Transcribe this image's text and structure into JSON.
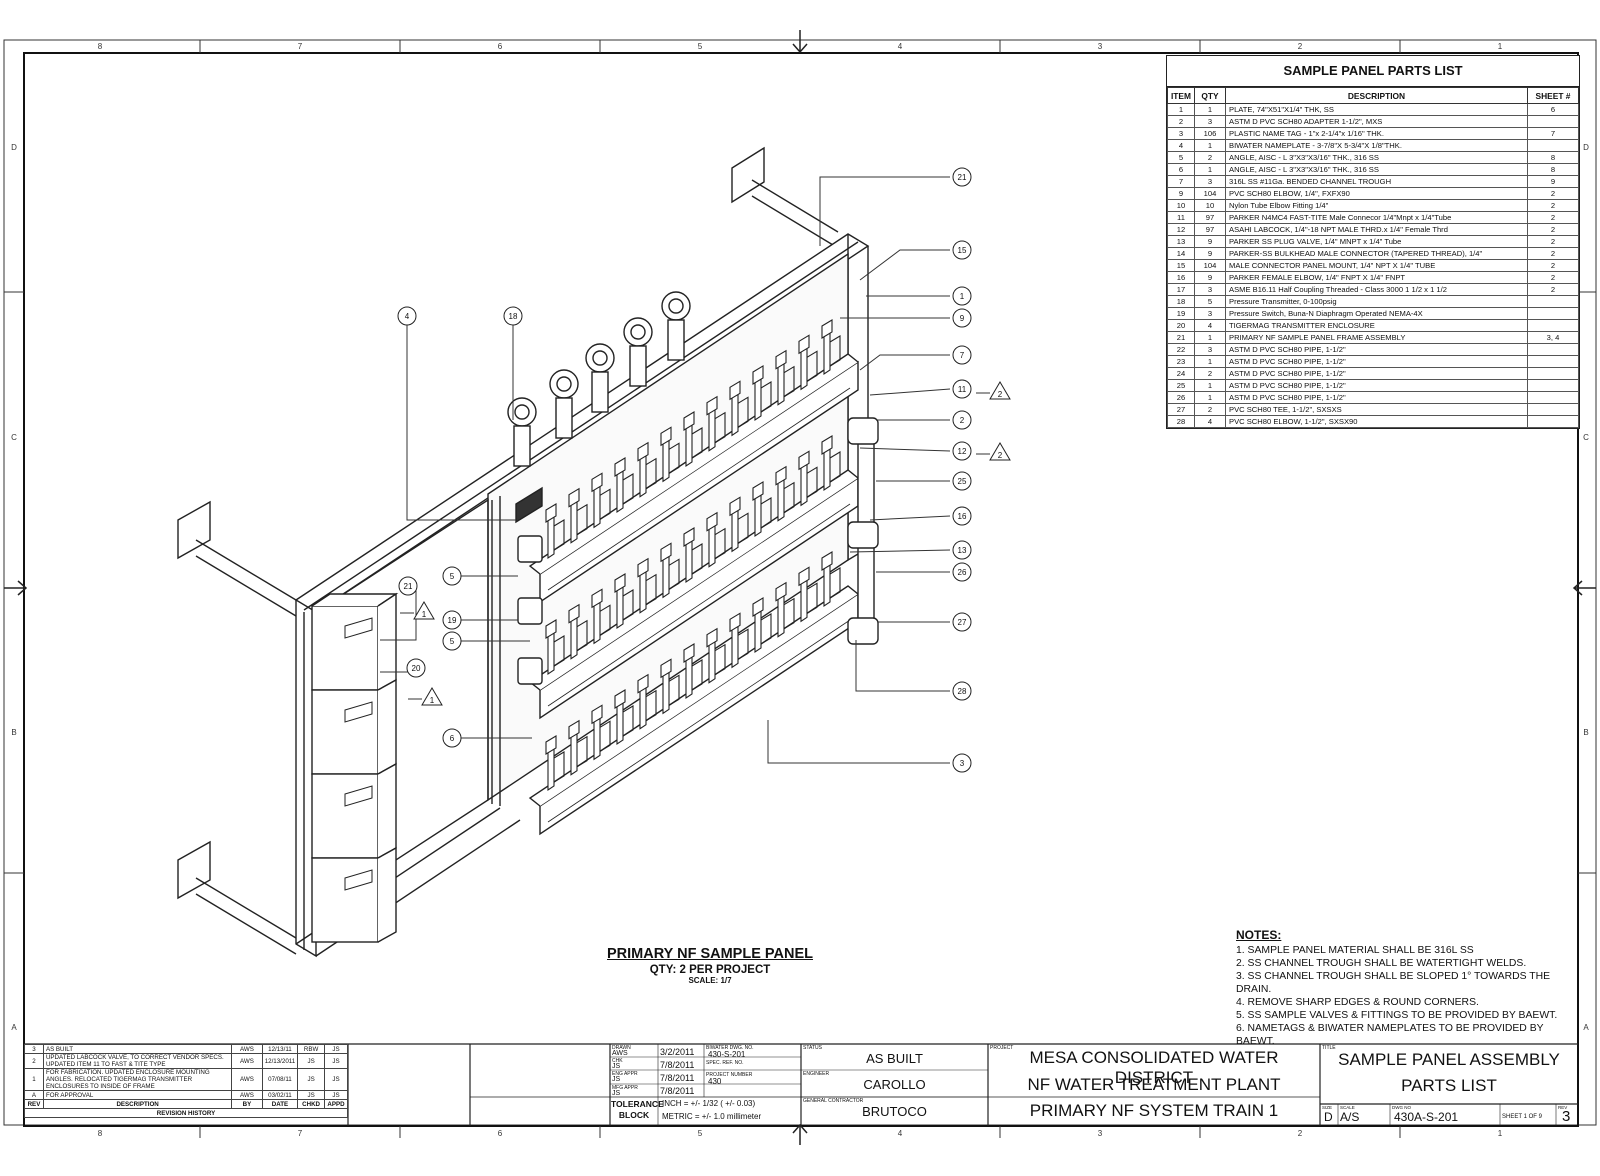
{
  "parts_list": {
    "title": "SAMPLE PANEL PARTS LIST",
    "headers": [
      "ITEM",
      "QTY",
      "DESCRIPTION",
      "SHEET #"
    ],
    "rows": [
      [
        "1",
        "1",
        "PLATE, 74\"X51\"X1/4\" THK, SS",
        "6"
      ],
      [
        "2",
        "3",
        "ASTM D PVC SCH80 ADAPTER 1-1/2\", MXS",
        ""
      ],
      [
        "3",
        "106",
        "PLASTIC NAME TAG - 1\"x 2-1/4\"x 1/16\" THK.",
        "7"
      ],
      [
        "4",
        "1",
        "BIWATER NAMEPLATE - 3-7/8\"X 5-3/4\"X 1/8\"THK.",
        ""
      ],
      [
        "5",
        "2",
        "ANGLE, AISC - L 3\"X3\"X3/16\" THK., 316 SS",
        "8"
      ],
      [
        "6",
        "1",
        "ANGLE, AISC - L 3\"X3\"X3/16\" THK., 316 SS",
        "8"
      ],
      [
        "7",
        "3",
        "316L SS #11Ga. BENDED CHANNEL TROUGH",
        "9"
      ],
      [
        "9",
        "104",
        "PVC SCH80 ELBOW, 1/4\", FXFX90",
        "2"
      ],
      [
        "10",
        "10",
        "Nylon Tube Elbow Fitting 1/4\"",
        "2"
      ],
      [
        "11",
        "97",
        "PARKER N4MC4 FAST-TITE Male Connecor 1/4\"Mnpt x 1/4\"Tube",
        "2"
      ],
      [
        "12",
        "97",
        "ASAHI LABCOCK, 1/4\"-18 NPT MALE THRD.x 1/4\" Female Thrd",
        "2"
      ],
      [
        "13",
        "9",
        "PARKER SS PLUG VALVE, 1/4\" MNPT x 1/4\" Tube",
        "2"
      ],
      [
        "14",
        "9",
        "PARKER-SS BULKHEAD MALE CONNECTOR (TAPERED THREAD), 1/4\"",
        "2"
      ],
      [
        "15",
        "104",
        "MALE CONNECTOR PANEL MOUNT, 1/4\" NPT X 1/4\" TUBE",
        "2"
      ],
      [
        "16",
        "9",
        "PARKER FEMALE ELBOW, 1/4\" FNPT X 1/4\" FNPT",
        "2"
      ],
      [
        "17",
        "3",
        "ASME B16.11 Half Coupling Threaded - Class 3000 1 1/2 x 1 1/2",
        "2"
      ],
      [
        "18",
        "5",
        "Pressure Transmitter, 0-100psig",
        ""
      ],
      [
        "19",
        "3",
        "Pressure Switch, Buna-N Diaphragm Operated NEMA-4X",
        ""
      ],
      [
        "20",
        "4",
        "TIGERMAG TRANSMITTER ENCLOSURE",
        ""
      ],
      [
        "21",
        "1",
        "PRIMARY NF SAMPLE PANEL FRAME ASSEMBLY",
        "3, 4"
      ],
      [
        "22",
        "3",
        "ASTM D PVC SCH80 PIPE, 1-1/2\"",
        ""
      ],
      [
        "23",
        "1",
        "ASTM D PVC SCH80 PIPE, 1-1/2\"",
        ""
      ],
      [
        "24",
        "2",
        "ASTM D PVC SCH80 PIPE, 1-1/2\"",
        ""
      ],
      [
        "25",
        "1",
        "ASTM D PVC SCH80 PIPE, 1-1/2\"",
        ""
      ],
      [
        "26",
        "1",
        "ASTM D PVC SCH80 PIPE, 1-1/2\"",
        ""
      ],
      [
        "27",
        "2",
        "PVC SCH80 TEE, 1-1/2\", SXSXS",
        ""
      ],
      [
        "28",
        "4",
        "PVC SCH80 ELBOW, 1-1/2\", SXSX90",
        ""
      ]
    ]
  },
  "notes": {
    "heading": "NOTES:",
    "items": [
      "1. SAMPLE PANEL MATERIAL SHALL BE 316L SS",
      "2. SS CHANNEL TROUGH SHALL BE WATERTIGHT WELDS.",
      "3. SS CHANNEL TROUGH SHALL BE SLOPED 1° TOWARDS THE DRAIN.",
      "4. REMOVE SHARP EDGES & ROUND CORNERS.",
      "5. SS SAMPLE VALVES & FITTINGS TO BE PROVIDED BY BAEWT.",
      "6. NAMETAGS & BIWATER NAMEPLATES TO BE PROVIDED BY BAEWT."
    ]
  },
  "view": {
    "title": "PRIMARY NF SAMPLE PANEL",
    "qty": "QTY: 2 PER PROJECT",
    "scale": "SCALE: 1/7"
  },
  "balloons": [
    "21",
    "15",
    "1",
    "9",
    "7",
    "11",
    "2",
    "12",
    "25",
    "16",
    "13",
    "26",
    "27",
    "28",
    "3",
    "4",
    "18",
    "5",
    "19",
    "5",
    "6",
    "21",
    "20"
  ],
  "rev_marks": [
    "2",
    "2",
    "1",
    "1"
  ],
  "grid": {
    "columns": [
      "8",
      "7",
      "6",
      "5",
      "4",
      "3",
      "2",
      "1"
    ],
    "rows": [
      "D",
      "C",
      "B",
      "A"
    ]
  },
  "revision_history": {
    "title": "REVISION HISTORY",
    "headers": [
      "REV",
      "DESCRIPTION",
      "BY",
      "DATE",
      "CHKD",
      "APPD"
    ],
    "rows": [
      [
        "3",
        "AS BUILT",
        "AWS",
        "12/13/11",
        "RBW",
        "JS"
      ],
      [
        "2",
        "UPDATED LABCOCK VALVE, TO CORRECT VENDOR SPECS. UPDATED ITEM 11 TO FAST & TITE TYPE",
        "AWS",
        "12/13/2011",
        "JS",
        "JS"
      ],
      [
        "1",
        "FOR FABRICATION. UPDATED ENCLOSURE MOUNTING ANGLES. RELOCATED TIGERMAG TRANSMITTER ENCLOSURES TO INSIDE OF FRAME",
        "AWS",
        "07/08/11",
        "JS",
        "JS"
      ],
      [
        "A",
        "FOR APPROVAL",
        "AWS",
        "03/02/11",
        "JS",
        "JS"
      ]
    ]
  },
  "title_block": {
    "drawn": {
      "label": "DRAWN",
      "by": "AWS",
      "date": "3/2/2011"
    },
    "checked": {
      "label": "CHK",
      "by": "JS",
      "date": "7/8/2011"
    },
    "eng_appr": {
      "label": "ENG APPR",
      "by": "JS",
      "date": "7/8/2011"
    },
    "mfg_appr": {
      "label": "MFG APPR",
      "by": "JS",
      "date": "7/8/2011"
    },
    "biwater_dwg_label": "BIWATER DWG. NO.",
    "biwater_dwg": "430-S-201",
    "spec_ref_label": "SPEC. REF. NO.",
    "project_number_label": "PROJECT NUMBER",
    "project_number": "430",
    "tolerance_label": "TOLERANCE BLOCK",
    "tolerance_inch": "INCH = +/- 1/32 ( +/- 0.03)",
    "tolerance_metric": "METRIC = +/- 1.0 millimeter",
    "status_label": "STATUS",
    "status": "AS BUILT",
    "engineer_label": "ENGINEER",
    "engineer": "CAROLLO",
    "contractor_label": "GENERAL CONTRACTOR",
    "contractor": "BRUTOCO",
    "project_label": "PROJECT",
    "project_lines": [
      "MESA CONSOLIDATED WATER DISTRICT",
      "NF WATER TREATMENT PLANT",
      "PRIMARY NF SYSTEM TRAIN 1"
    ],
    "title_label": "TITLE",
    "title_lines": [
      "SAMPLE PANEL ASSEMBLY",
      "PARTS LIST"
    ],
    "size_label": "SIZE",
    "size": "D",
    "scale_label": "SCALE",
    "scale": "A/S",
    "dwg_no_label": "DWG NO",
    "dwg_no": "430A-S-201",
    "sheet_text": "SHEET 1 OF 9",
    "rev_label": "REV",
    "rev": "3"
  }
}
